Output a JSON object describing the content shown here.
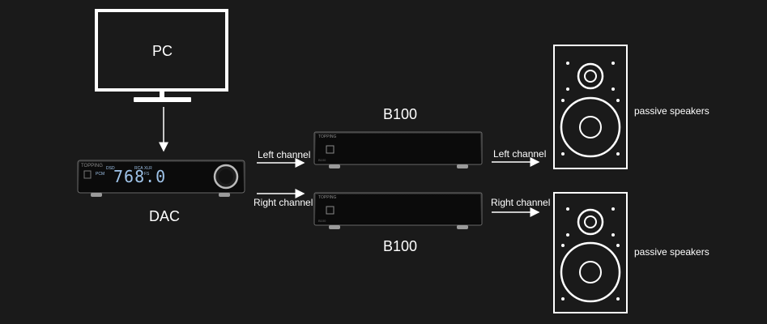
{
  "pc": {
    "label": "PC"
  },
  "dac": {
    "label": "DAC",
    "display_value": "768.0",
    "brand": "TOPPING",
    "indicators": [
      "PCM",
      "DSD",
      "RCA",
      "XLR",
      "FS"
    ]
  },
  "amps": [
    {
      "label": "B100",
      "brand": "TOPPING",
      "model": "B100"
    },
    {
      "label": "B100",
      "brand": "TOPPING",
      "model": "B100"
    }
  ],
  "connections": {
    "dac_to_amp_left": "Left channel",
    "dac_to_amp_right": "Right channel",
    "amp_to_speaker_left": "Left channel",
    "amp_to_speaker_right": "Right channel"
  },
  "speakers": [
    {
      "label": "passive speakers"
    },
    {
      "label": "passive speakers"
    }
  ],
  "colors": {
    "background": "#1a1a1a",
    "line": "#ffffff",
    "device": "#0c0c0c",
    "display": "#9fc3e8"
  }
}
